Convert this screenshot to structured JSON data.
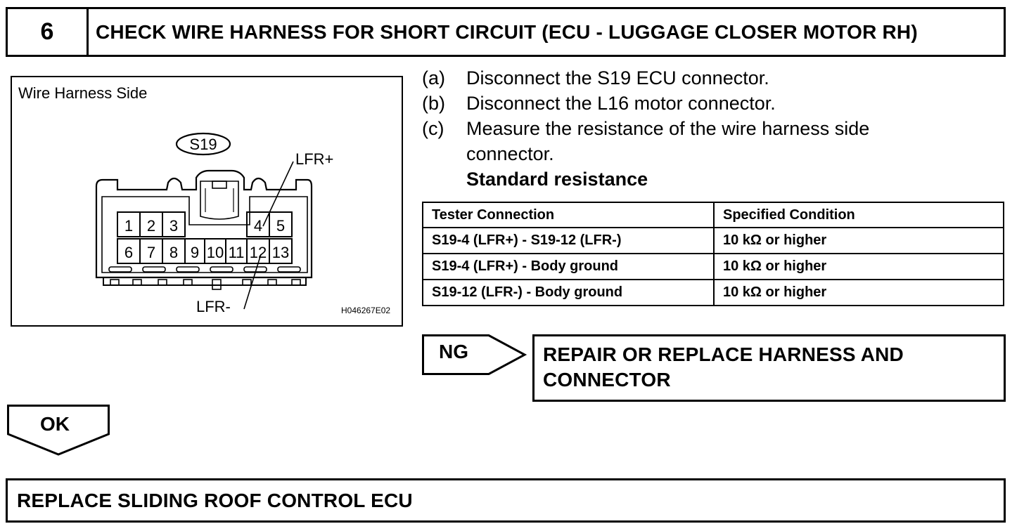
{
  "header": {
    "step_number": "6",
    "title": "CHECK WIRE HARNESS FOR SHORT CIRCUIT (ECU - LUGGAGE CLOSER MOTOR RH)"
  },
  "figure": {
    "caption": "Wire Harness Side",
    "connector_label": "S19",
    "pin_labels_top": [
      "1",
      "2",
      "3",
      "4",
      "5"
    ],
    "pin_labels_bottom": [
      "6",
      "7",
      "8",
      "9",
      "10",
      "11",
      "12",
      "13"
    ],
    "callout_plus": "LFR+",
    "callout_minus": "LFR-",
    "figure_id": "H046267E02"
  },
  "instructions": [
    {
      "letter": "(a)",
      "text": "Disconnect the S19 ECU connector."
    },
    {
      "letter": "(b)",
      "text": "Disconnect the L16 motor connector."
    },
    {
      "letter": "(c)",
      "text": "Measure the resistance of the wire harness side"
    },
    {
      "letter": "",
      "text": "connector."
    }
  ],
  "standard_heading": "Standard resistance",
  "table": {
    "headers": [
      "Tester Connection",
      "Specified Condition"
    ],
    "rows": [
      [
        "S19-4 (LFR+) - S19-12 (LFR-)",
        "10 kΩ or higher"
      ],
      [
        "S19-4 (LFR+) - Body ground",
        "10 kΩ or higher"
      ],
      [
        "S19-12 (LFR-) - Body ground",
        "10 kΩ or higher"
      ]
    ]
  },
  "ng": {
    "label": "NG",
    "result_line1": "REPAIR OR REPLACE HARNESS AND",
    "result_line2": "CONNECTOR"
  },
  "ok": {
    "label": "OK"
  },
  "final_action": "REPLACE SLIDING ROOF CONTROL ECU"
}
